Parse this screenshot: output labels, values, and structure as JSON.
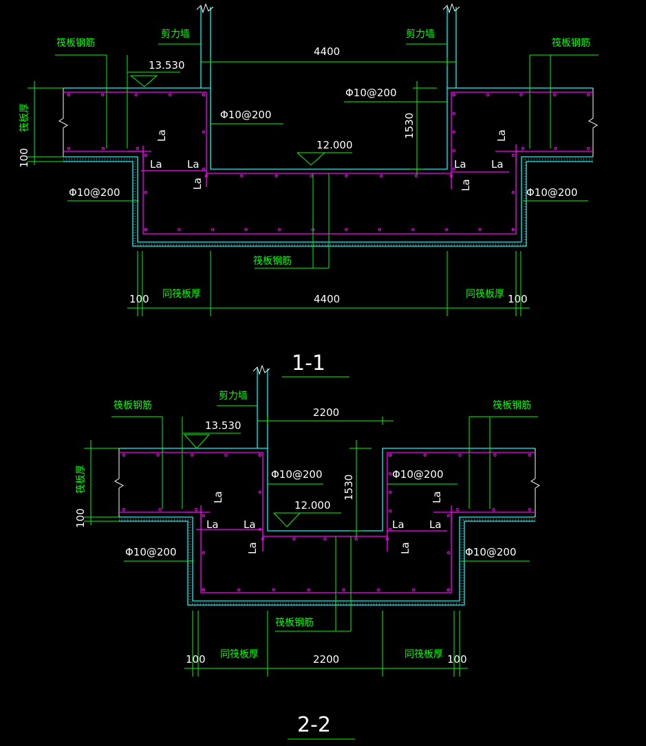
{
  "colors": {
    "background": "#000000",
    "concrete_outline": "#00ffff",
    "rebar": "#ff00ff",
    "dimension": "#00ff00",
    "text": "#ffffff",
    "anchorage_label": "#ffffff",
    "cover_hatch": "#808080"
  },
  "section_1": {
    "title": "1-1",
    "label_left_raft_rebar": "筏板钢筋",
    "label_right_raft_rebar": "筏板钢筋",
    "label_left_wall": "剪力墙",
    "label_right_wall": "剪力墙",
    "elev_top": "13.530",
    "elev_bottom": "12.000",
    "dim_top_width": "4400",
    "dim_bottom_width": "4400",
    "dim_depth": "1530",
    "dim_raft_thickness_label": "筏板厚",
    "dim_cover_left": "100",
    "dim_cover_right": "100",
    "dim_slab_bottom": "100",
    "rebar_spec_left_inner": "Φ10@200",
    "rebar_spec_right_inner": "Φ10@200",
    "rebar_spec_left_outer": "Φ10@200",
    "rebar_spec_right_outer": "Φ10@200",
    "label_bottom_raft_rebar": "筏板钢筋",
    "label_same_raft_left": "同筏板厚",
    "label_same_raft_right": "同筏板厚",
    "anchorage_label": "La"
  },
  "section_2": {
    "title": "2-2",
    "label_left_raft_rebar": "筏板钢筋",
    "label_right_raft_rebar": "筏板钢筋",
    "label_wall": "剪力墙",
    "elev_top": "13.530",
    "elev_bottom": "12.000",
    "dim_top_width": "2200",
    "dim_bottom_width": "2200",
    "dim_depth": "1530",
    "dim_raft_thickness_label": "筏板厚",
    "dim_cover_left": "100",
    "dim_cover_right": "100",
    "dim_slab_bottom": "100",
    "rebar_spec_left_inner": "Φ10@200",
    "rebar_spec_right_inner": "Φ10@200",
    "rebar_spec_left_outer": "Φ10@200",
    "rebar_spec_right_outer": "Φ10@200",
    "label_bottom_raft_rebar": "筏板钢筋",
    "label_same_raft_left": "同筏板厚",
    "label_same_raft_right": "同筏板厚",
    "anchorage_label": "La"
  }
}
